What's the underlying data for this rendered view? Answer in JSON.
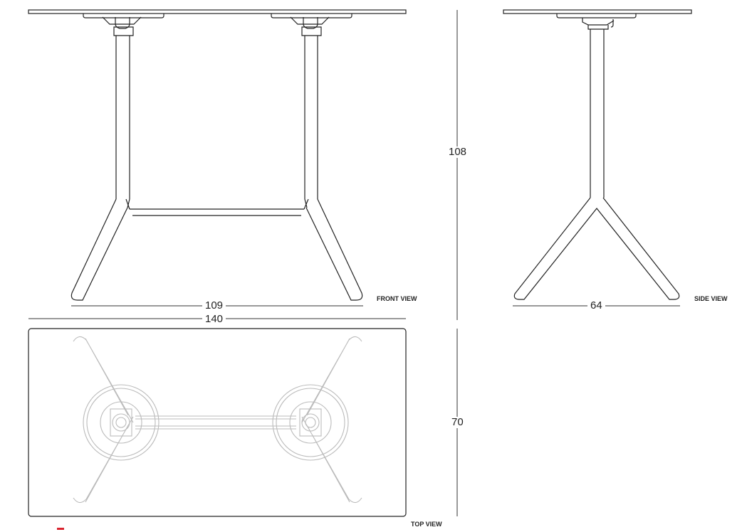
{
  "diagram": {
    "subject": "Folding table technical drawing",
    "units": "cm",
    "views": {
      "front": {
        "label": "FRONT VIEW",
        "dimension_width": "109",
        "dimension_top_width": "140"
      },
      "side": {
        "label": "SIDE VIEW",
        "dimension_width": "64"
      },
      "top": {
        "label": "TOP VIEW",
        "dimension_depth": "70"
      }
    },
    "dimension_height": "108",
    "colors": {
      "line": "#222222",
      "top_view_line": "#bbbbbb",
      "marker": "#d9232e"
    }
  }
}
